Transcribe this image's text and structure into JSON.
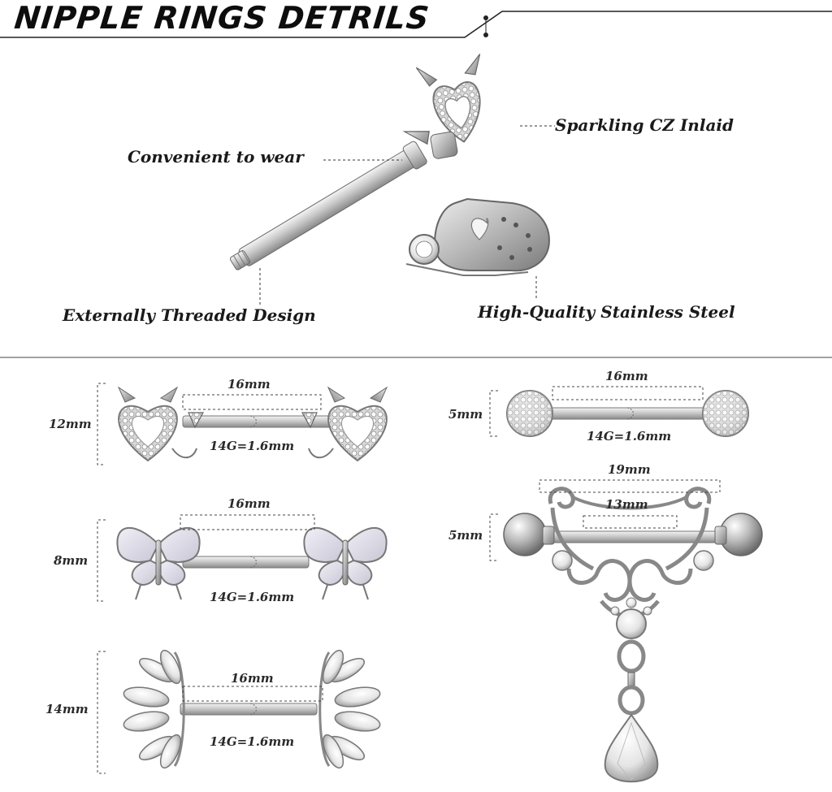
{
  "header": {
    "title": "NIPPLE RINGS DETRILS"
  },
  "features": {
    "sparkling": "Sparkling CZ Inlaid",
    "convenient": "Convenient to wear",
    "threaded": "Externally Threaded Design",
    "steel": "High-Quality Stainless Steel"
  },
  "products": {
    "devil_heart": {
      "length": "16mm",
      "height": "12mm",
      "gauge": "14G=1.6mm"
    },
    "butterfly": {
      "length": "16mm",
      "height": "8mm",
      "gauge": "14G=1.6mm"
    },
    "leaf": {
      "length": "16mm",
      "height": "14mm",
      "gauge": "14G=1.6mm"
    },
    "ball": {
      "length": "16mm",
      "height": "5mm",
      "gauge": "14G=1.6mm"
    },
    "dangle": {
      "width": "19mm",
      "length": "13mm",
      "height": "5mm"
    }
  }
}
